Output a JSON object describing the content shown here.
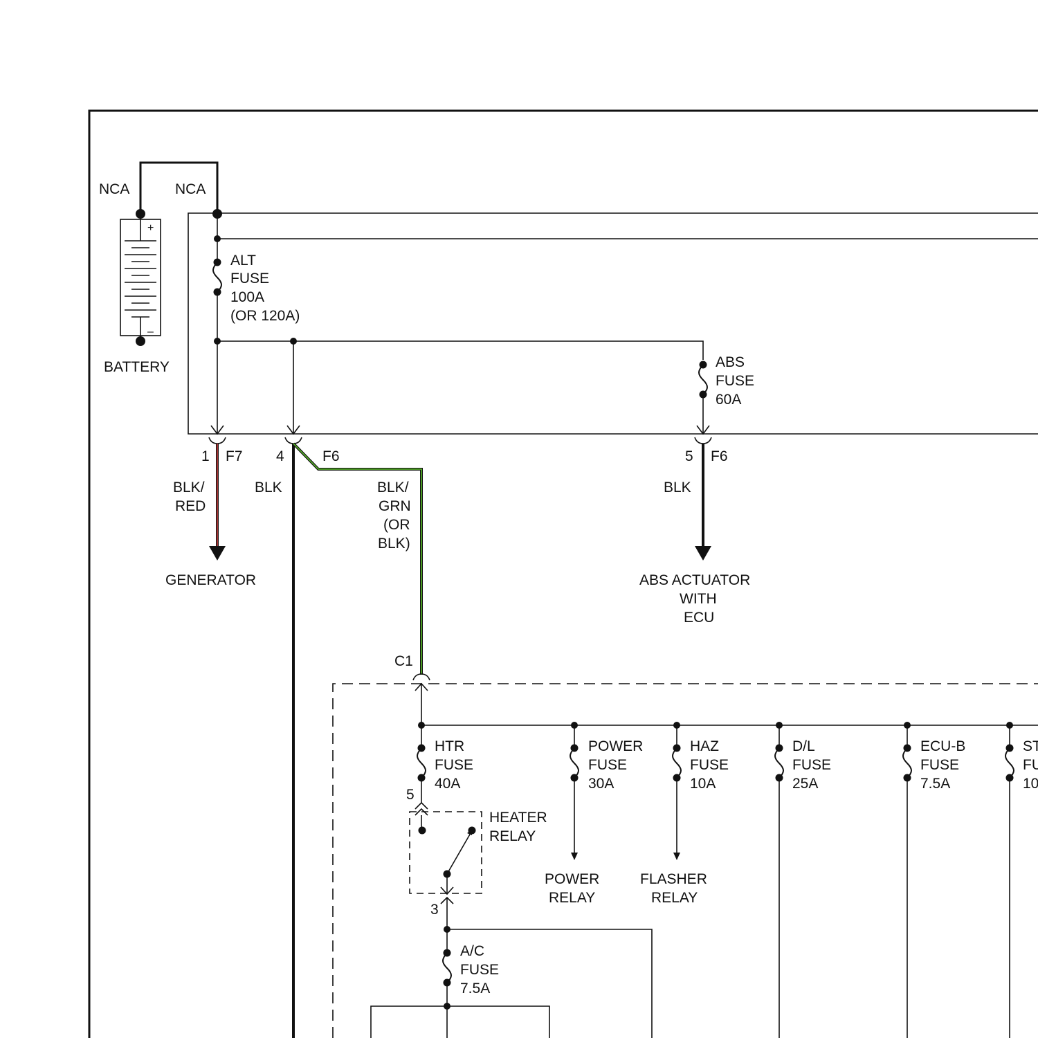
{
  "battery": {
    "label": "BATTERY",
    "nca_left": "NCA",
    "nca_right": "NCA",
    "plus": "+",
    "minus": "–"
  },
  "fuses": {
    "alt": [
      "ALT",
      "FUSE",
      "100A",
      "(OR 120A)"
    ],
    "abs": [
      "ABS",
      "FUSE",
      "60A"
    ],
    "htr": [
      "HTR",
      "FUSE",
      "40A"
    ],
    "power": [
      "POWER",
      "FUSE",
      "30A"
    ],
    "haz": [
      "HAZ",
      "FUSE",
      "10A"
    ],
    "dl": [
      "D/L",
      "FUSE",
      "25A"
    ],
    "ecub": [
      "ECU-B",
      "FUSE",
      "7.5A"
    ],
    "st": [
      "ST",
      "FU",
      "10"
    ],
    "ac": [
      "A/C",
      "FUSE",
      "7.5A"
    ]
  },
  "connectors": {
    "f7": {
      "pin": "1",
      "name": "F7"
    },
    "f6_left": {
      "pin": "4",
      "name": "F6"
    },
    "f6_right": {
      "pin": "5",
      "name": "F6"
    },
    "c1": "C1",
    "htr_pin": "5",
    "relay_pin": "3"
  },
  "wires": {
    "blk_red": [
      "BLK/",
      "RED"
    ],
    "blk_left": "BLK",
    "blk_grn": [
      "BLK/",
      "GRN",
      "(OR",
      "BLK)"
    ],
    "blk_right": "BLK"
  },
  "destinations": {
    "generator": "GENERATOR",
    "abs_actuator": [
      "ABS ACTUATOR",
      "WITH",
      "ECU"
    ],
    "power_relay": [
      "POWER",
      "RELAY"
    ],
    "flasher_relay": [
      "FLASHER",
      "RELAY"
    ],
    "heater_relay": [
      "HEATER",
      "RELAY"
    ]
  },
  "colors": {
    "wire": "#111111",
    "blk_red_stripe": "#d23c3c",
    "blk_grn_stripe": "#5cbf2a"
  }
}
